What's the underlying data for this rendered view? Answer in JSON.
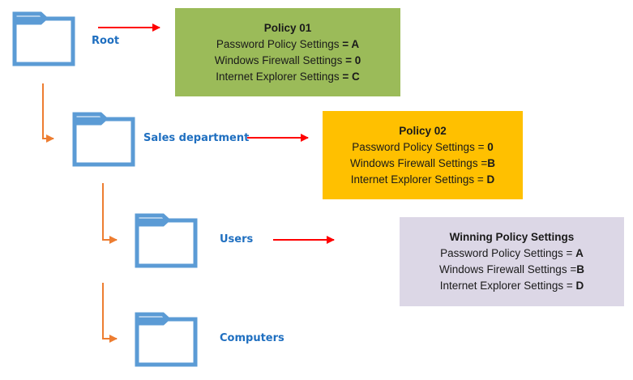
{
  "colors": {
    "folder": "#5B9BD5",
    "label": "#1F6FC0",
    "red_arrow": "#FF0000",
    "orange_connector": "#ED7D31",
    "policy01_bg": "#9BBB59",
    "policy02_bg": "#FFC000",
    "winning_bg": "#DCD7E6"
  },
  "nodes": [
    {
      "label": "Root",
      "icon": "folder-icon"
    },
    {
      "label": "Sales department",
      "icon": "folder-icon"
    },
    {
      "label": "Users",
      "icon": "folder-icon"
    },
    {
      "label": "Computers",
      "icon": "folder-icon"
    }
  ],
  "policies": {
    "policy01": {
      "title": "Policy 01",
      "rows": [
        {
          "name": "Password Policy Settings",
          "sep": " = ",
          "value": "A"
        },
        {
          "name": "Windows Firewall Settings",
          "sep": " = ",
          "value": "0"
        },
        {
          "name": "Internet Explorer Settings",
          "sep": " = ",
          "value": "C"
        }
      ]
    },
    "policy02": {
      "title": "Policy 02",
      "rows": [
        {
          "name": "Password Policy Settings",
          "sep": " = ",
          "value": "0"
        },
        {
          "name": "Windows Firewall Settings",
          "sep": " =",
          "value": "B"
        },
        {
          "name": "Internet Explorer Settings",
          "sep": " = ",
          "value": "D"
        }
      ]
    },
    "winning": {
      "title": "Winning Policy Settings",
      "rows": [
        {
          "name": "Password Policy Settings",
          "sep": " = ",
          "value": "A"
        },
        {
          "name": "Windows Firewall Settings",
          "sep": " =",
          "value": "B"
        },
        {
          "name": "Internet Explorer Settings",
          "sep": " = ",
          "value": "D"
        }
      ]
    }
  }
}
